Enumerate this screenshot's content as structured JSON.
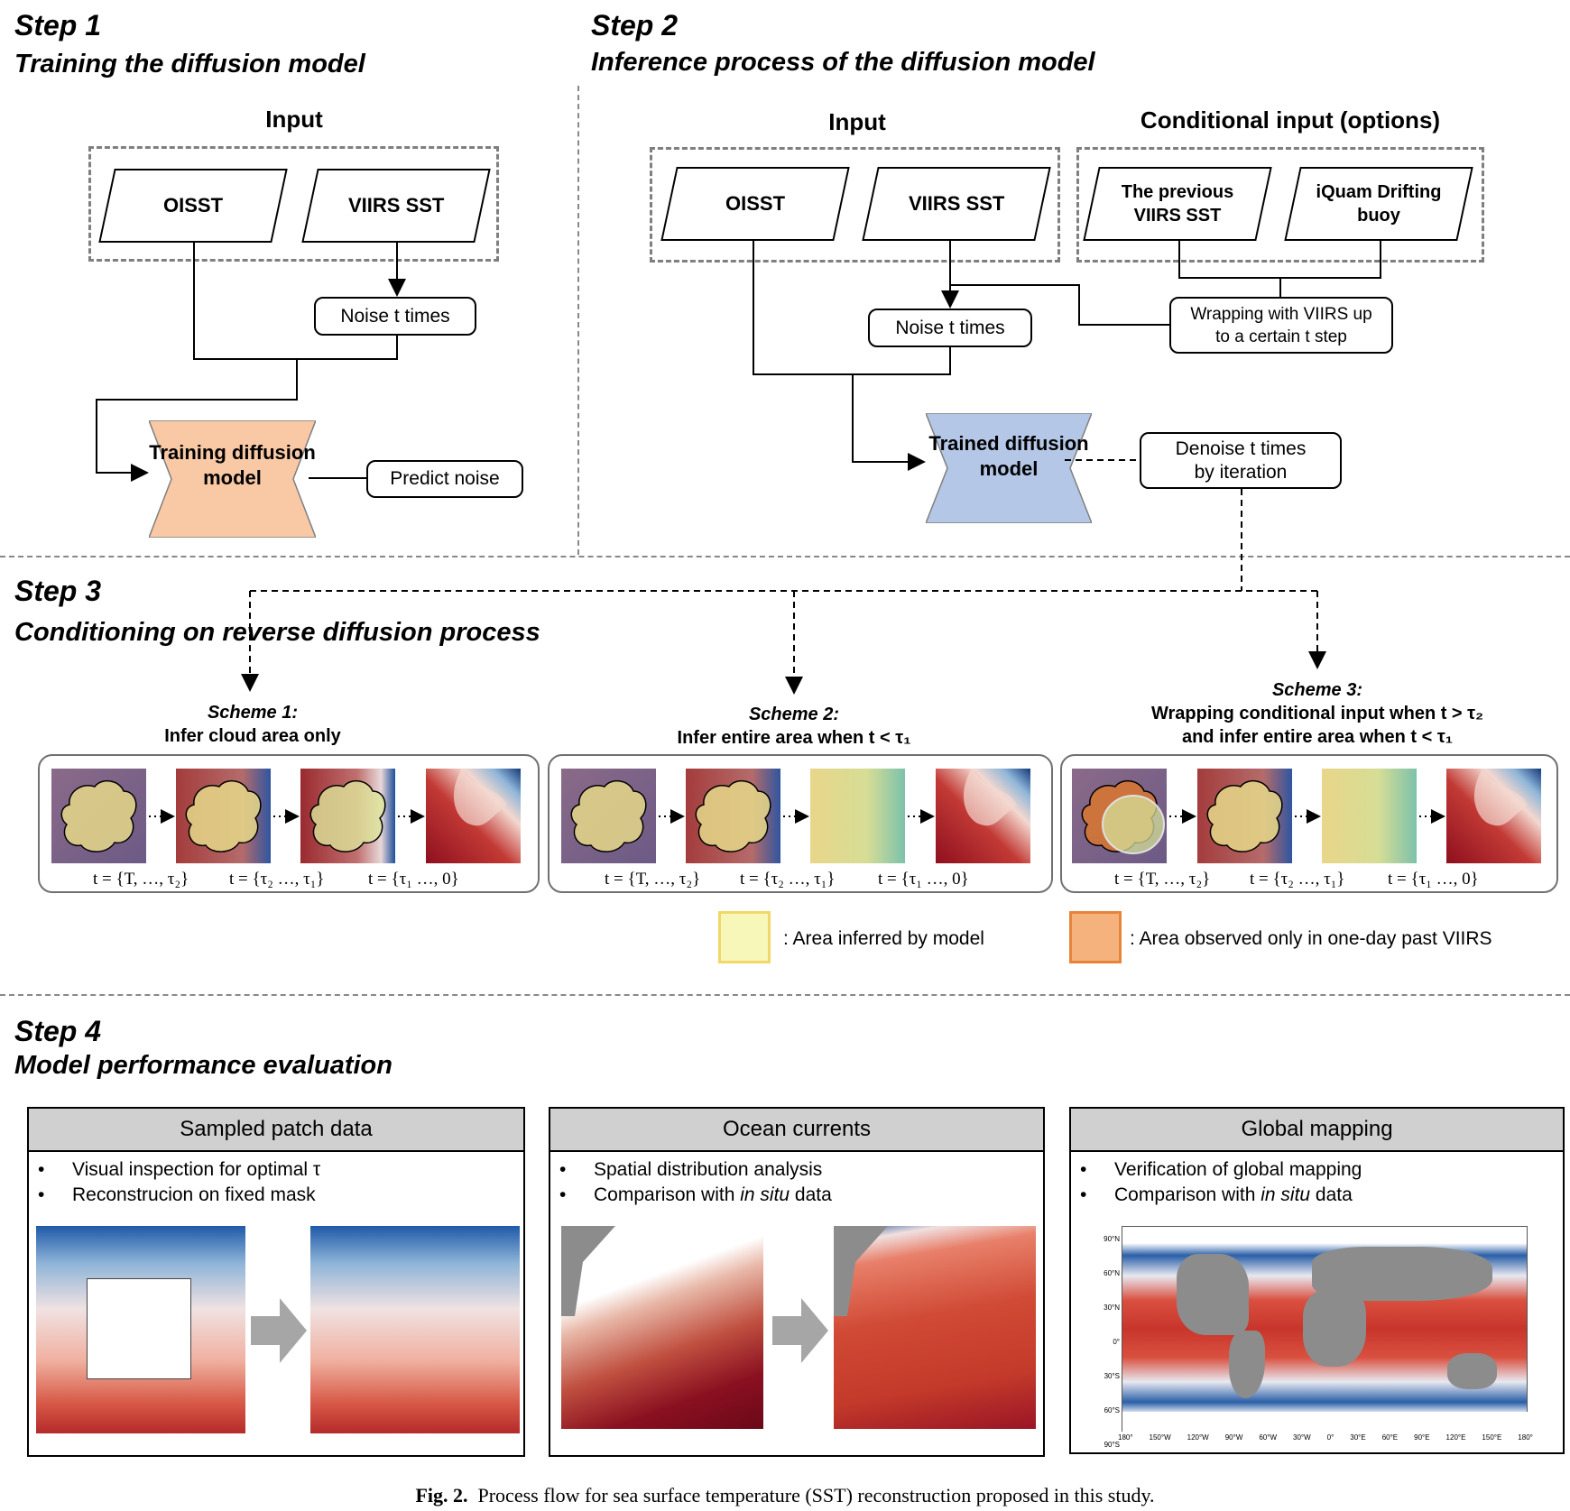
{
  "step1": {
    "title": "Step 1",
    "subtitle": "Training the diffusion model",
    "input_label": "Input",
    "oisst": "OISST",
    "viirs": "VIIRS SST",
    "noise": "Noise t times",
    "model": "Training diffusion model",
    "predict": "Predict noise"
  },
  "step2": {
    "title": "Step 2",
    "subtitle": "Inference process of the diffusion model",
    "input_label": "Input",
    "cond_label": "Conditional input (options)",
    "oisst": "OISST",
    "viirs": "VIIRS SST",
    "prev": "The previous VIIRS SST",
    "iquam": "iQuam Drifting  buoy",
    "noise": "Noise t times",
    "wrap": "Wrapping with  VIIRS up to a certain t step",
    "model": "Trained diffusion model",
    "denoise": "Denoise t times by iteration"
  },
  "step3": {
    "title": "Step 3",
    "subtitle": "Conditioning on reverse diffusion process",
    "scheme1": {
      "name": "Scheme 1:",
      "desc": "Infer cloud area only"
    },
    "scheme2": {
      "name": "Scheme 2:",
      "desc": "Infer entire area when t  < τ₁"
    },
    "scheme3": {
      "name": "Scheme 3:",
      "desc1": "Wrapping conditional input when t  > τ₂",
      "desc2": "and infer entire area when t < τ₁"
    },
    "t_labels": [
      "t = {T, …, τ₂}",
      "t = {τ₂ …, τ₁}",
      "t = {τ₁ …, 0}"
    ],
    "legend": {
      "inferred": ": Area inferred by model",
      "observed": ": Area observed only in one-day past VIIRS",
      "inferred_color": "#f6f7b8",
      "observed_color": "#f5b27c"
    }
  },
  "step4": {
    "title": "Step 4",
    "subtitle": "Model performance evaluation",
    "boxes": [
      {
        "header": "Sampled patch data",
        "b1": "Visual inspection for optimal τ",
        "b2": "Reconstrucion on fixed mask"
      },
      {
        "header": "Ocean currents",
        "b1": "Spatial distribution analysis",
        "b2_pre": "Comparison with ",
        "b2_em": "in situ",
        "b2_post": " data"
      },
      {
        "header": "Global mapping",
        "b1": "Verification of global mapping",
        "b2_pre": "Comparison with ",
        "b2_em": "in situ",
        "b2_post": " data"
      }
    ],
    "map_lat": [
      "90°N",
      "60°N",
      "30°N",
      "0°",
      "30°S",
      "60°S",
      "90°S"
    ],
    "map_lon": [
      "180°",
      "150°W",
      "120°W",
      "90°W",
      "60°W",
      "30°W",
      "0°",
      "30°E",
      "60°E",
      "90°E",
      "120°E",
      "150°E",
      "180°"
    ]
  },
  "caption": {
    "label": "Fig. 2.",
    "text": "Process flow for sea surface temperature (SST) reconstruction proposed in this study."
  },
  "colors": {
    "training_model": "#f9c9a6",
    "trained_model": "#b4c7e7",
    "sst_warm": "#b2182b",
    "sst_cold": "#2166ac",
    "land": "#8c8c8c"
  }
}
